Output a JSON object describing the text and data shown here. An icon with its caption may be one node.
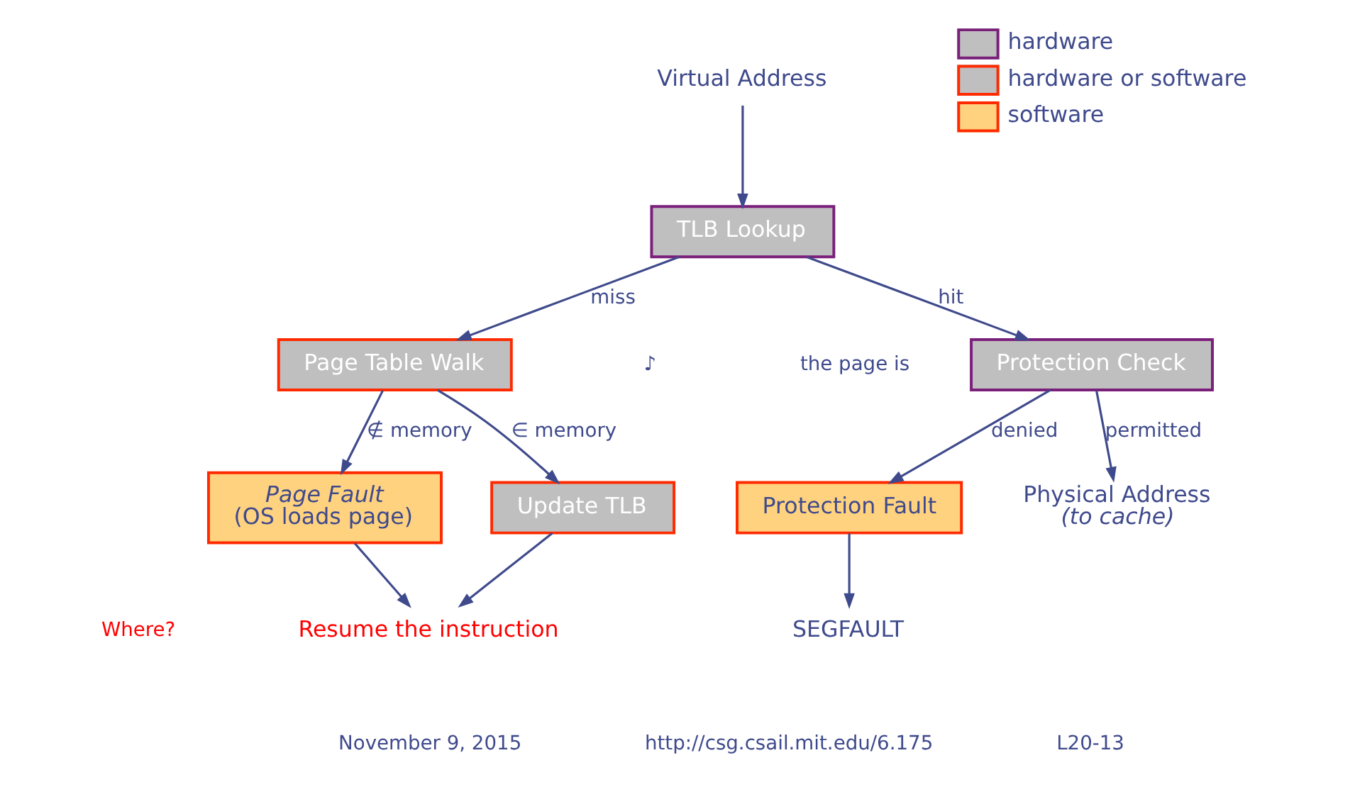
{
  "diagram": {
    "nodes": [
      {
        "text": [
          "Virtual Address"
        ]
      },
      {
        "text": [
          "TLB Lookup"
        ]
      },
      {
        "text": [
          "Page Table Walk"
        ]
      },
      {
        "text": [
          "Protection Check"
        ]
      },
      {
        "text": [
          "Page Fault",
          "(OS loads page)"
        ]
      },
      {
        "text": [
          "Update TLB"
        ]
      },
      {
        "text": [
          "Protection Fault"
        ]
      },
      {
        "text": [
          "Physical Address",
          "(to cache)"
        ]
      },
      {
        "text": [
          "SEGFAULT"
        ]
      },
      {
        "text": [
          "Resume the instruction"
        ]
      }
    ],
    "edges": [
      {
        "from": 0,
        "to": 1,
        "arrow": "to"
      },
      {
        "from": 1,
        "to": 2,
        "arrow": "to",
        "label": "miss"
      },
      {
        "from": 1,
        "to": 3,
        "arrow": "to",
        "label": "hit"
      },
      {
        "from": 2,
        "to": 4,
        "arrow": "to",
        "label": "∉ memory"
      },
      {
        "from": 2,
        "to": 5,
        "arrow": "to",
        "label": "∈ memory"
      },
      {
        "from": 3,
        "to": 6,
        "arrow": "to",
        "label": "denied"
      },
      {
        "from": 3,
        "to": 7,
        "arrow": "to",
        "label": "permitted"
      },
      {
        "from": 6,
        "to": 8,
        "arrow": "to"
      },
      {
        "from": 4,
        "to": 9,
        "arrow": "to"
      },
      {
        "from": 5,
        "to": 9,
        "arrow": "to"
      }
    ],
    "labels": [
      "♪",
      "the page is",
      "Where?",
      "November 9, 2015",
      "http://csg.csail.mit.edu/6.175",
      "L20-13"
    ],
    "legend": [
      {
        "text": "hardware",
        "color": "#bfbfbf"
      },
      {
        "text": "hardware or software",
        "color": "#bfbfbf"
      },
      {
        "text": "software",
        "color": "#ffd27f"
      }
    ]
  }
}
